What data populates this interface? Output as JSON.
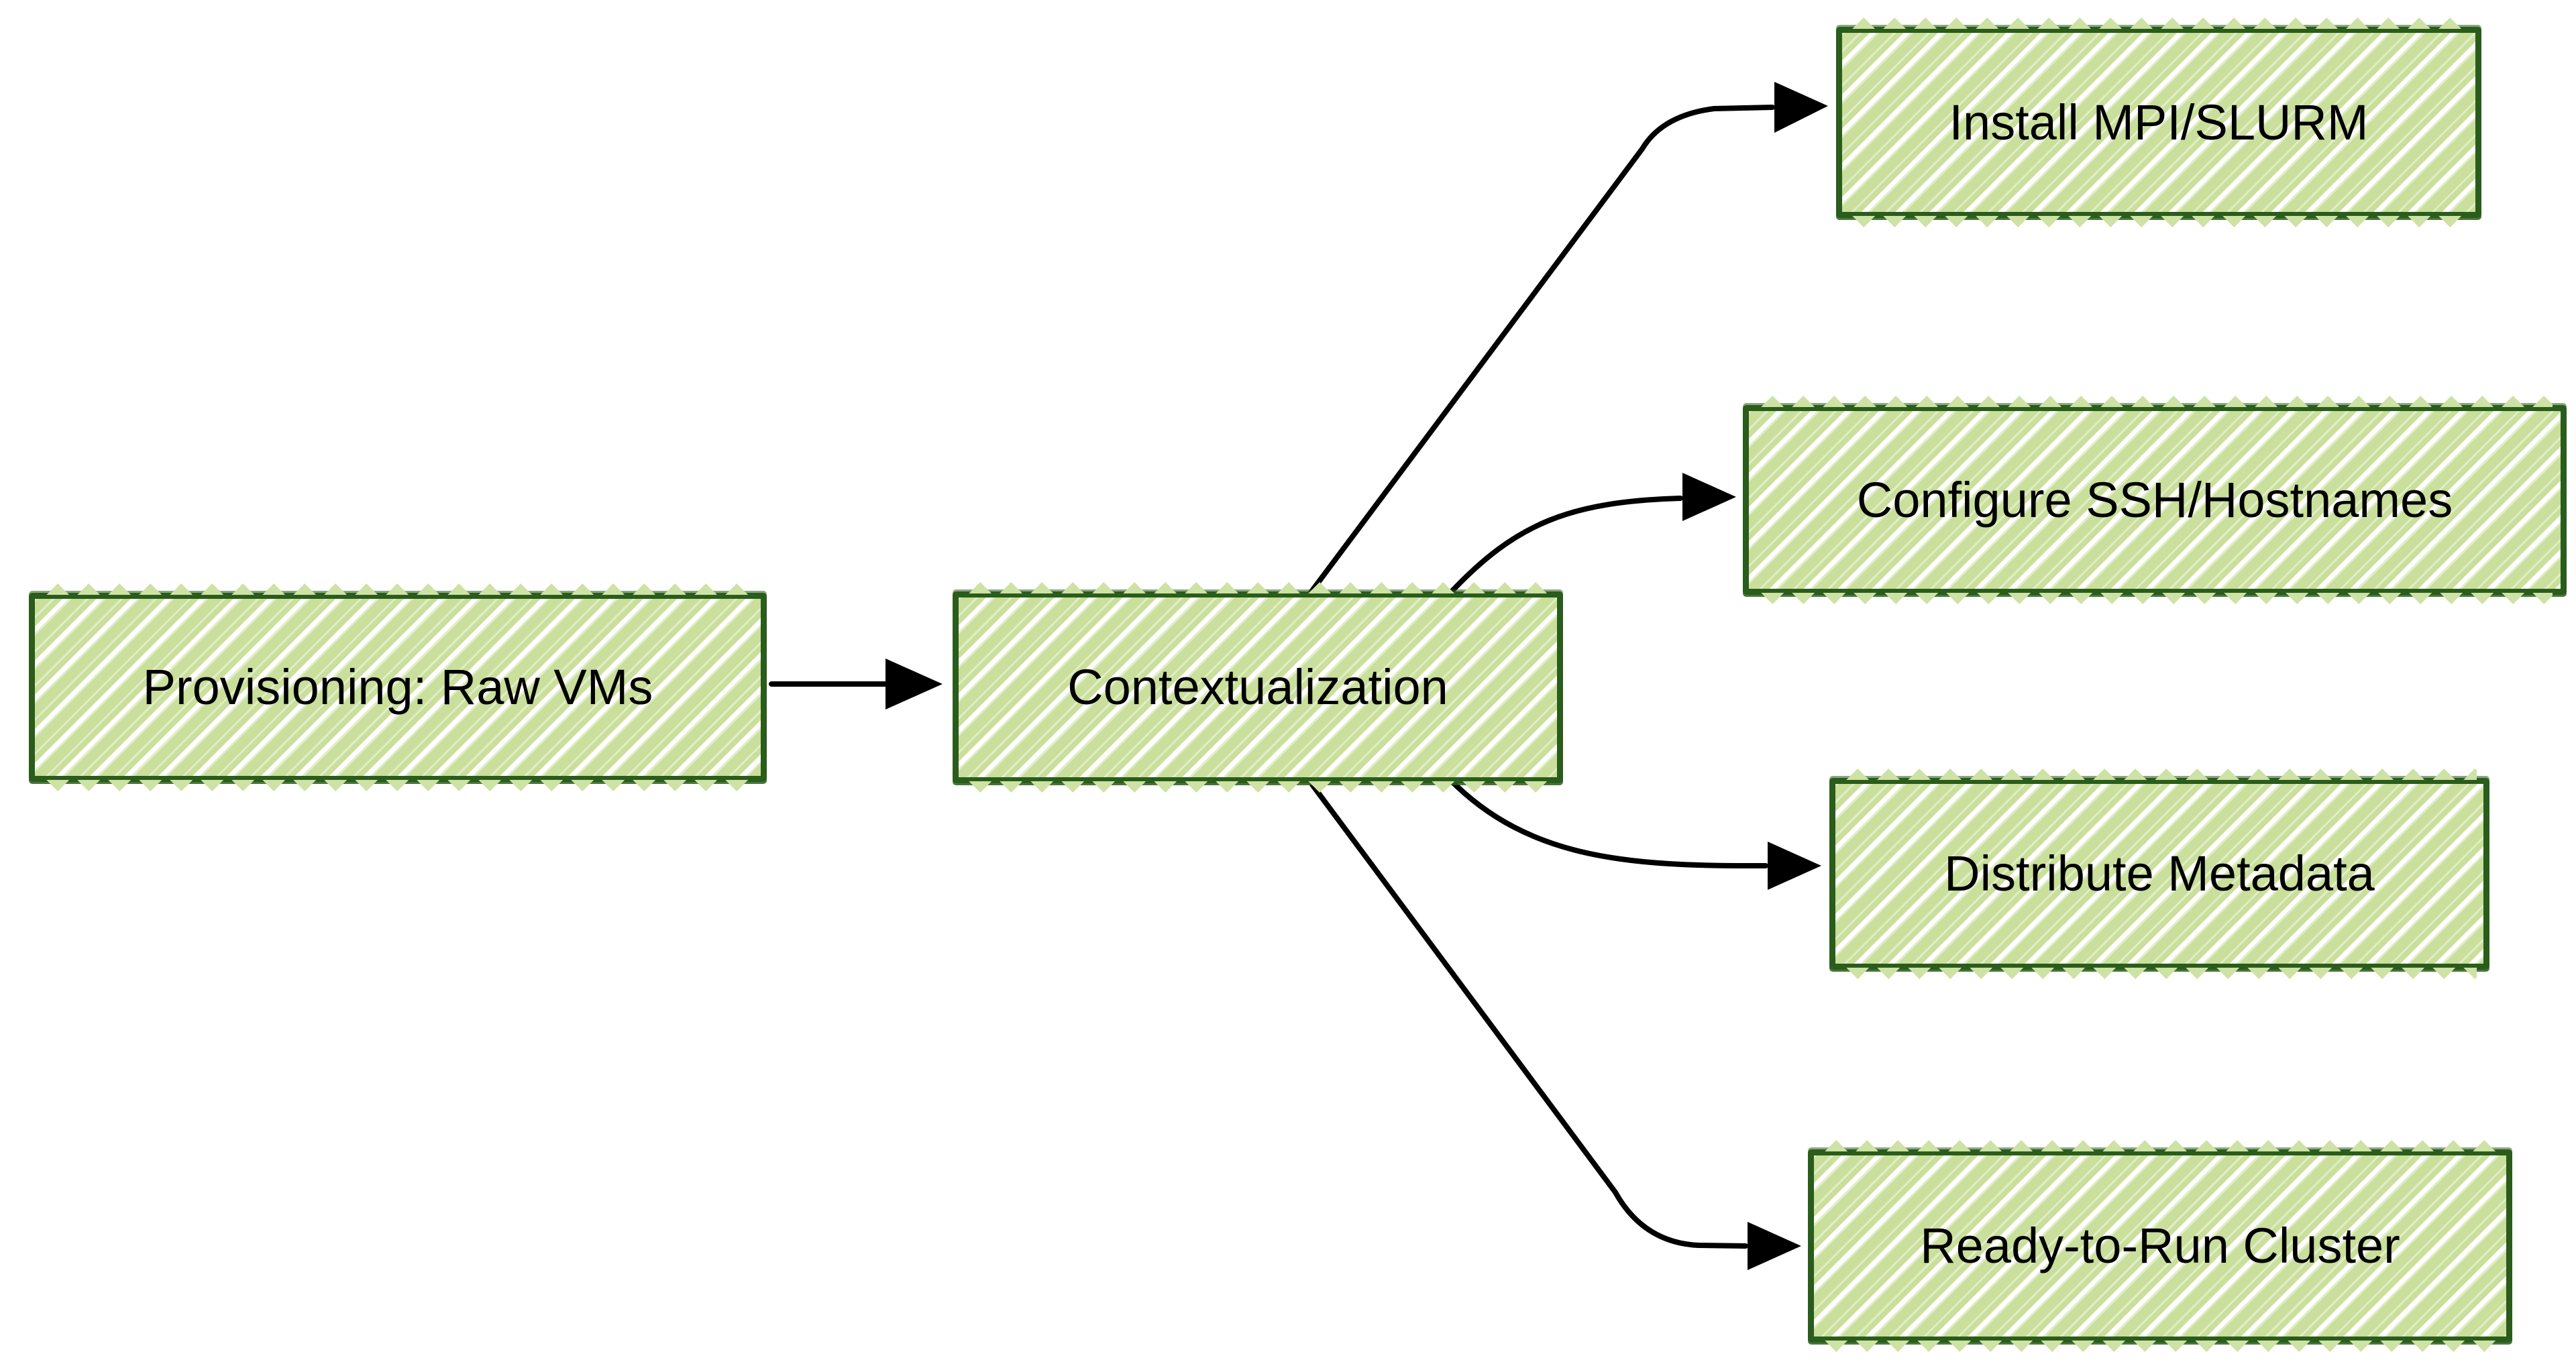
{
  "diagram": {
    "type": "flowchart",
    "style": "hand-drawn-hachure",
    "direction": "left-to-right",
    "nodes": [
      {
        "id": "provisioning",
        "label": "Provisioning: Raw VMs"
      },
      {
        "id": "contextualization",
        "label": "Contextualization"
      },
      {
        "id": "install-mpi-slurm",
        "label": "Install MPI/SLURM"
      },
      {
        "id": "configure-ssh-hostnames",
        "label": "Configure SSH/Hostnames"
      },
      {
        "id": "distribute-metadata",
        "label": "Distribute Metadata"
      },
      {
        "id": "ready-to-run-cluster",
        "label": "Ready-to-Run Cluster"
      }
    ],
    "edges": [
      {
        "from": "provisioning",
        "to": "contextualization"
      },
      {
        "from": "contextualization",
        "to": "install-mpi-slurm"
      },
      {
        "from": "contextualization",
        "to": "configure-ssh-hostnames"
      },
      {
        "from": "contextualization",
        "to": "distribute-metadata"
      },
      {
        "from": "contextualization",
        "to": "ready-to-run-cluster"
      }
    ],
    "colors": {
      "node_fill": "#c9df9b",
      "node_hatch": "#ffffff",
      "node_stroke": "#2a5c1b",
      "arrow": "#000000",
      "text": "#000000",
      "background": "#ffffff"
    }
  }
}
